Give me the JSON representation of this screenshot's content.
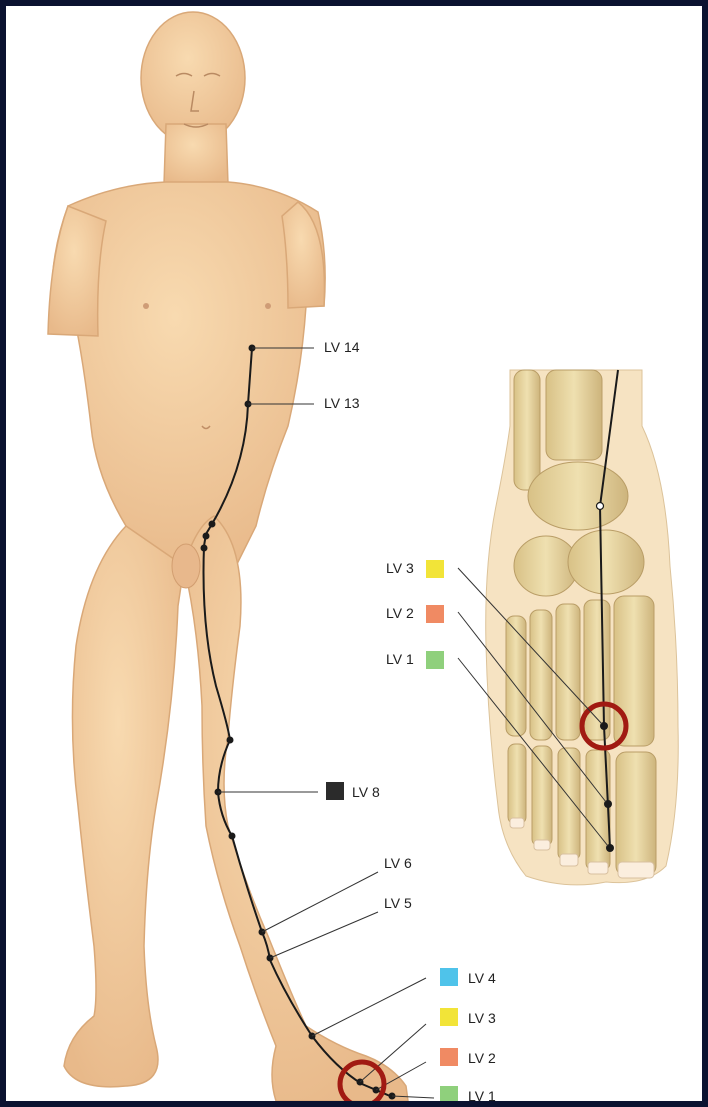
{
  "colors": {
    "frame": "#0b1230",
    "skin": "#f4cfa2",
    "skin_shade": "#e3b283",
    "bone": "#e9d8a3",
    "bone_shade": "#c9b07a",
    "meridian": "#1a1a1a",
    "highlight_circle": "#a11a12"
  },
  "body_labels": [
    {
      "text": "LV 14"
    },
    {
      "text": "LV 13"
    },
    {
      "text": "LV 8",
      "swatch": "#2b2b2b"
    },
    {
      "text": "LV 6"
    },
    {
      "text": "LV 5"
    },
    {
      "text": "LV 4",
      "swatch": "#4fc3ea"
    },
    {
      "text": "LV 3",
      "swatch": "#f2e438"
    },
    {
      "text": "LV 2",
      "swatch": "#f08a63"
    },
    {
      "text": "LV 1",
      "swatch": "#8fd07c"
    }
  ],
  "foot_labels": [
    {
      "text": "LV 3",
      "swatch": "#f2e438"
    },
    {
      "text": "LV 2",
      "swatch": "#f08a63"
    },
    {
      "text": "LV 1",
      "swatch": "#8fd07c"
    }
  ]
}
